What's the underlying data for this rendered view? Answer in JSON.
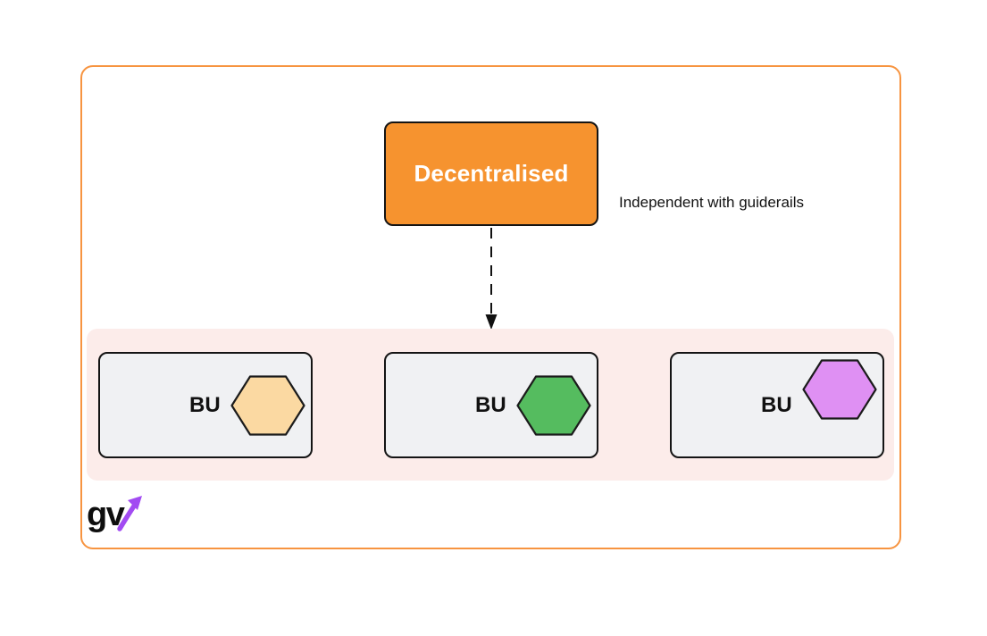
{
  "root_node": {
    "label": "Decentralised",
    "fill": "#F6932F",
    "text_color": "#FFFFFF"
  },
  "caption": {
    "text": "Independent with guiderails"
  },
  "band": {
    "fill": "#FCECEA",
    "units": [
      {
        "label": "BU",
        "hex_color": "#FBD9A2"
      },
      {
        "label": "BU",
        "hex_color": "#55BC5F"
      },
      {
        "label": "BU",
        "hex_color": "#DF90F3"
      }
    ]
  },
  "logo": {
    "text": "gv",
    "arrow_color": "#A24BF2"
  },
  "colors": {
    "frame_border": "#F79440",
    "node_border": "#141414",
    "bu_box_fill": "#F0F1F3",
    "connector": "#111111"
  }
}
